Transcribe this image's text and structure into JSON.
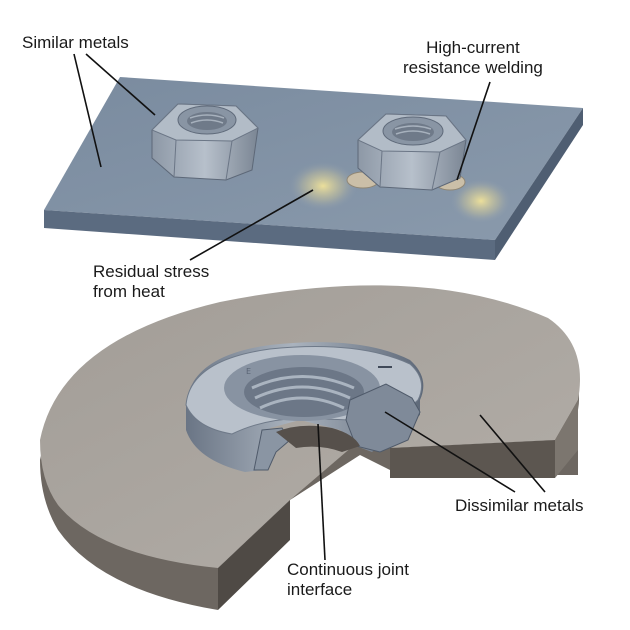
{
  "labels": {
    "similar_metals": "Similar metals",
    "high_current_line1": "High-current",
    "high_current_line2": "resistance welding",
    "residual_line1": "Residual stress",
    "residual_line2": "from heat",
    "dissimilar_metals": "Dissimilar metals",
    "continuous_line1": "Continuous joint",
    "continuous_line2": "interface"
  },
  "colors": {
    "plate_top": "#7d8ea2",
    "plate_front": "#5d6d82",
    "nut_face": "#9aa5b3",
    "disc_top": "#aaa59f",
    "disc_side": "#6f6963",
    "heat_glow": "#e8d890",
    "leader_line": "#111111"
  }
}
